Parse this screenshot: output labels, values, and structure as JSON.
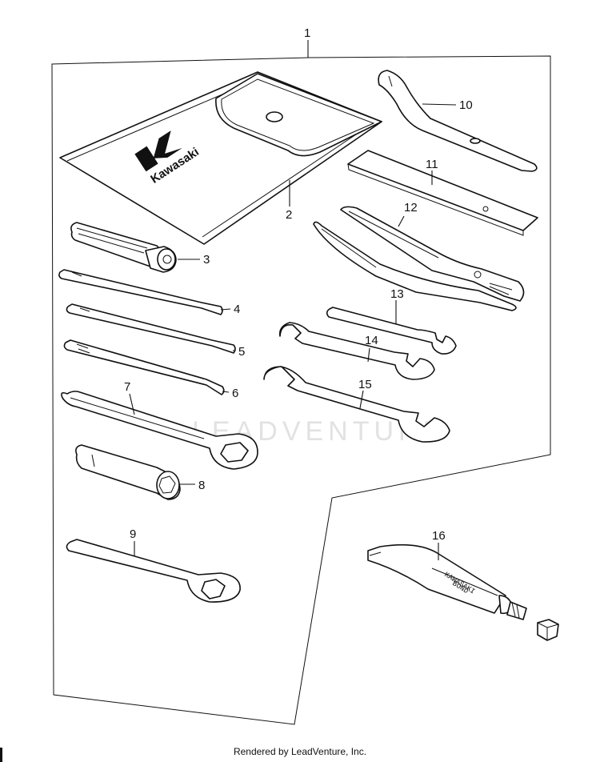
{
  "diagram": {
    "brand_text": "Kawasaki",
    "watermark": "LEADVENTURE",
    "callouts": [
      "1",
      "2",
      "3",
      "4",
      "5",
      "6",
      "7",
      "8",
      "9",
      "10",
      "11",
      "12",
      "13",
      "14",
      "15",
      "16"
    ],
    "tube_label_line1": "KAWASAKI",
    "tube_label_line2": "BOND"
  },
  "footer": {
    "text": "Rendered by LeadVenture, Inc."
  }
}
